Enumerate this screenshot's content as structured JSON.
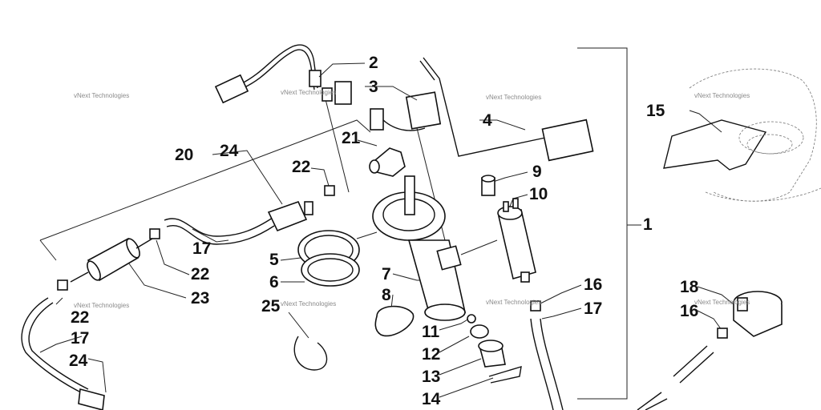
{
  "watermark": "vNext Technologies",
  "callouts": [
    "1",
    "2",
    "3",
    "4",
    "5",
    "6",
    "7",
    "8",
    "9",
    "10",
    "11",
    "12",
    "13",
    "14",
    "15",
    "16",
    "16",
    "17",
    "17",
    "17",
    "18",
    "20",
    "21",
    "22",
    "22",
    "22",
    "23",
    "24",
    "24",
    "25"
  ]
}
